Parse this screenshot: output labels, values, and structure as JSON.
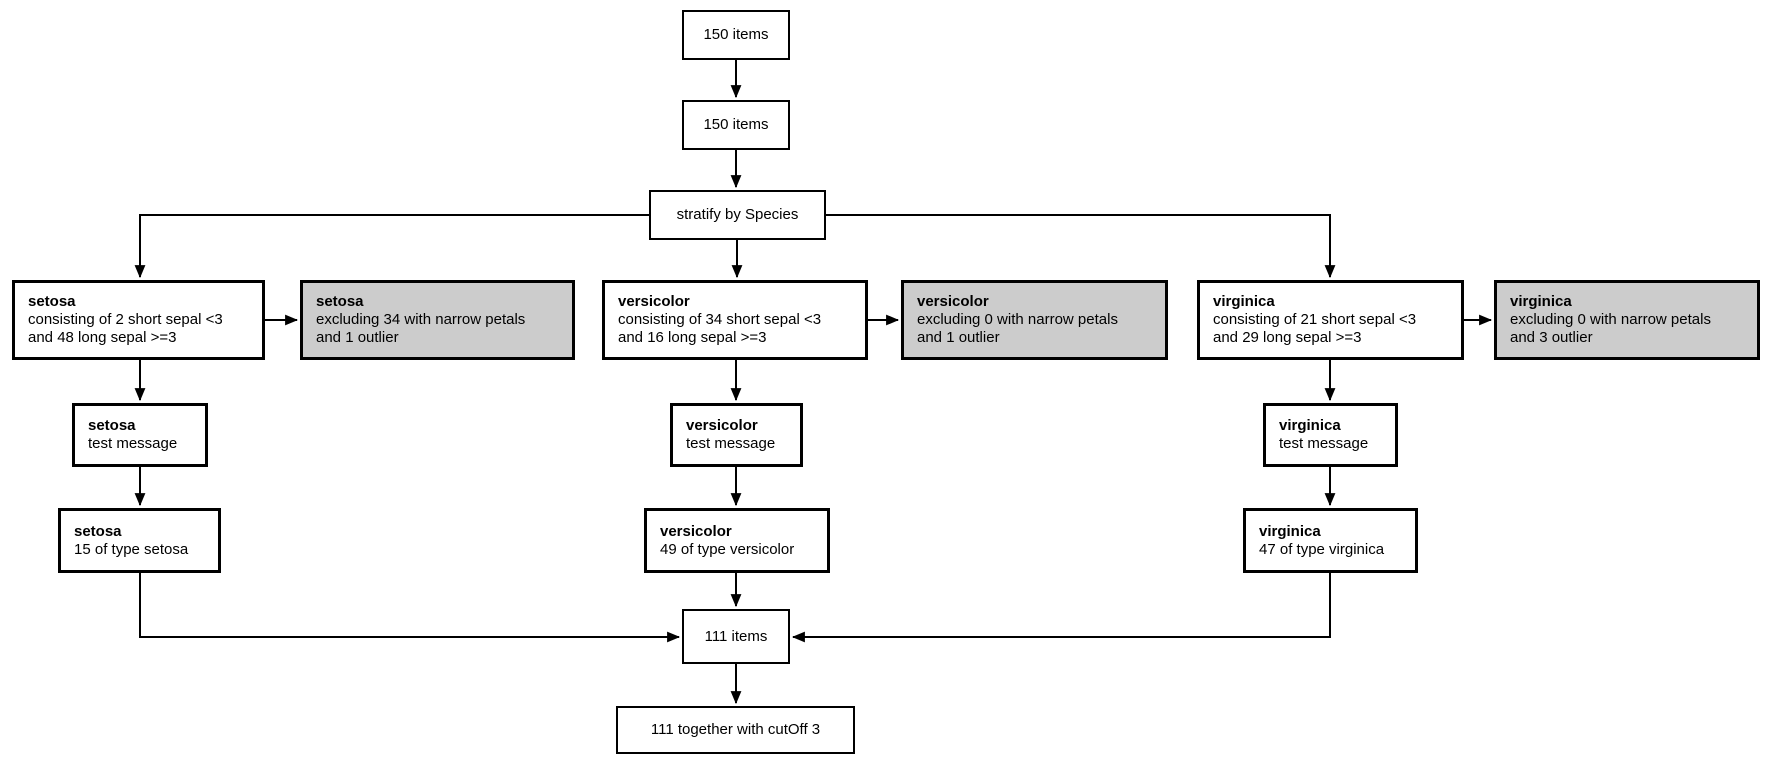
{
  "colors": {
    "background": "#ffffff",
    "node_fill": "#ffffff",
    "excluded_fill": "#cccccc",
    "border": "#000000"
  },
  "top": {
    "source": {
      "label": "150 items"
    },
    "items": {
      "label": "150 items"
    },
    "stratify": {
      "label": "stratify by Species"
    }
  },
  "branches": [
    {
      "name": "setosa",
      "include": {
        "title": "setosa",
        "line1": "consisting of 2 short sepal <3",
        "line2": "and 48 long sepal >=3"
      },
      "exclude": {
        "title": "setosa",
        "line1": "excluding 34 with narrow petals",
        "line2": "and 1 outlier"
      },
      "message": {
        "title": "setosa",
        "line1": "test message"
      },
      "count": {
        "title": "setosa",
        "line1": "15 of type setosa"
      }
    },
    {
      "name": "versicolor",
      "include": {
        "title": "versicolor",
        "line1": "consisting of 34 short sepal <3",
        "line2": "and 16 long sepal >=3"
      },
      "exclude": {
        "title": "versicolor",
        "line1": "excluding 0 with narrow petals",
        "line2": "and 1 outlier"
      },
      "message": {
        "title": "versicolor",
        "line1": "test message"
      },
      "count": {
        "title": "versicolor",
        "line1": "49 of type versicolor"
      }
    },
    {
      "name": "virginica",
      "include": {
        "title": "virginica",
        "line1": "consisting of 21 short sepal <3",
        "line2": "and 29 long sepal >=3"
      },
      "exclude": {
        "title": "virginica",
        "line1": "excluding 0 with narrow petals",
        "line2": "and 3 outlier"
      },
      "message": {
        "title": "virginica",
        "line1": "test message"
      },
      "count": {
        "title": "virginica",
        "line1": "47 of type virginica"
      }
    }
  ],
  "merge": {
    "label": "111 items"
  },
  "final": {
    "label": "111 together with cutOff 3"
  }
}
